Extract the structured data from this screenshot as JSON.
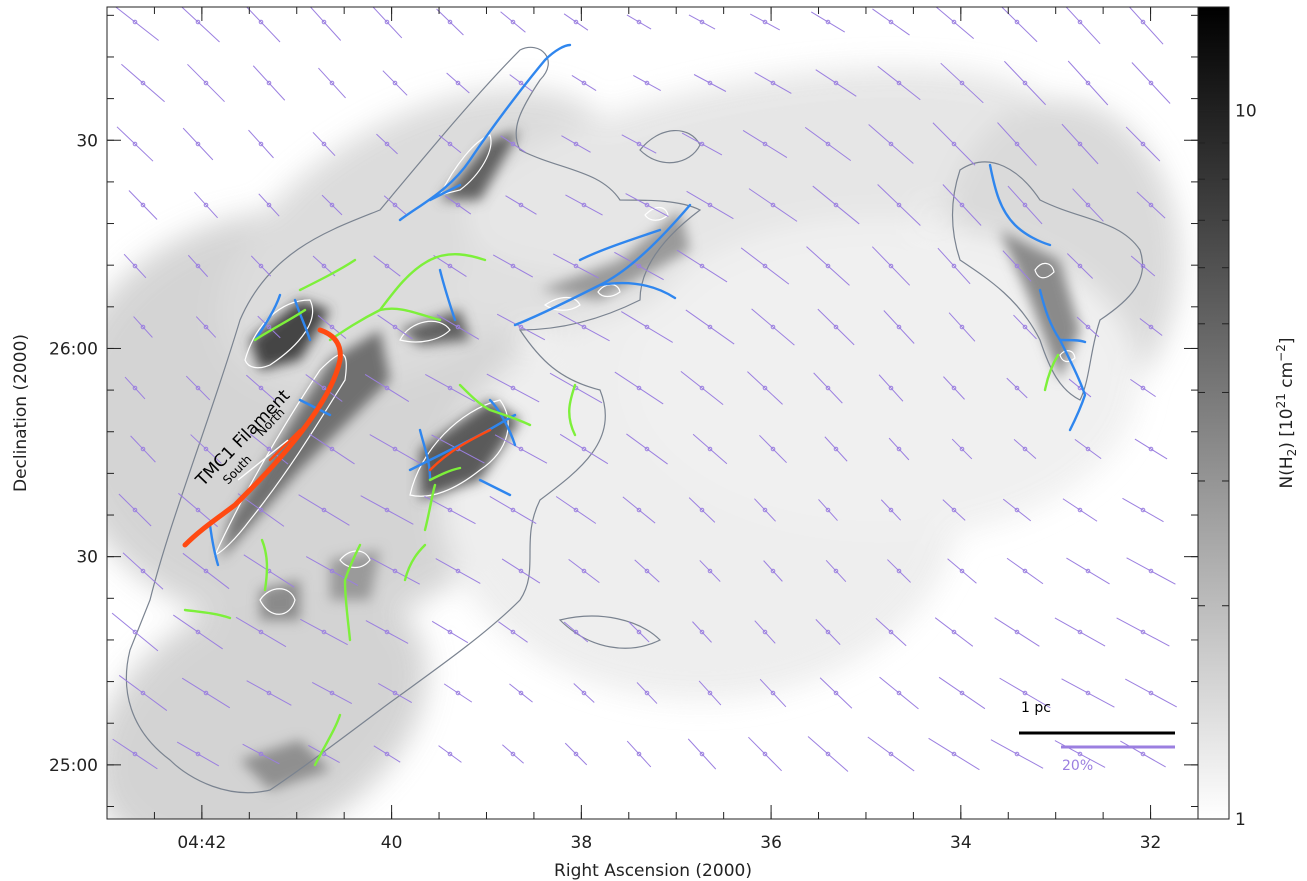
{
  "chart_data": {
    "type": "heatmap",
    "xlabel": "Right Ascension (2000)",
    "ylabel": "Declination (2000)",
    "x_ticks": [
      {
        "value": 282.0,
        "label": "04:42"
      },
      {
        "value": 280.0,
        "label": "40"
      },
      {
        "value": 278.0,
        "label": "38"
      },
      {
        "value": 276.0,
        "label": "36"
      },
      {
        "value": 274.0,
        "label": "34"
      },
      {
        "value": 272.0,
        "label": "32"
      }
    ],
    "y_ticks": [
      {
        "value": 25.0,
        "label": "25:00"
      },
      {
        "value": 25.5,
        "label": "30"
      },
      {
        "value": 26.0,
        "label": "26:00"
      },
      {
        "value": 26.5,
        "label": "30"
      }
    ],
    "xlim": [
      283.0,
      271.5
    ],
    "ylim": [
      24.87,
      26.82
    ],
    "colorbar": {
      "label_main": "N(H",
      "label_sub": "2",
      "label_units": ")  [10",
      "label_exp": "21",
      "label_tail": " cm",
      "label_exp2": "−2",
      "label_close": "]",
      "scale": "log",
      "range": [
        1,
        14
      ],
      "tick_labels": [
        {
          "value": 1,
          "label": "1"
        },
        {
          "value": 10,
          "label": "10"
        }
      ],
      "colormap": "grayscale-inverted"
    },
    "annotations": {
      "filament_name": "TMC1 Filament",
      "south": "South",
      "north": "North"
    },
    "scale_bar": {
      "label": "1 pc"
    },
    "polarization_scale": {
      "label": "20%",
      "color": "#9b7fe0"
    },
    "colors": {
      "background_map": "#ffffff",
      "contour": "#7a8390",
      "contour_high": "#ffffff",
      "filament_main": "#ff4a12",
      "filaments_blue": "#2f86ee",
      "filaments_green": "#7df03a",
      "polarization_vectors": "#9b7fe0"
    }
  }
}
